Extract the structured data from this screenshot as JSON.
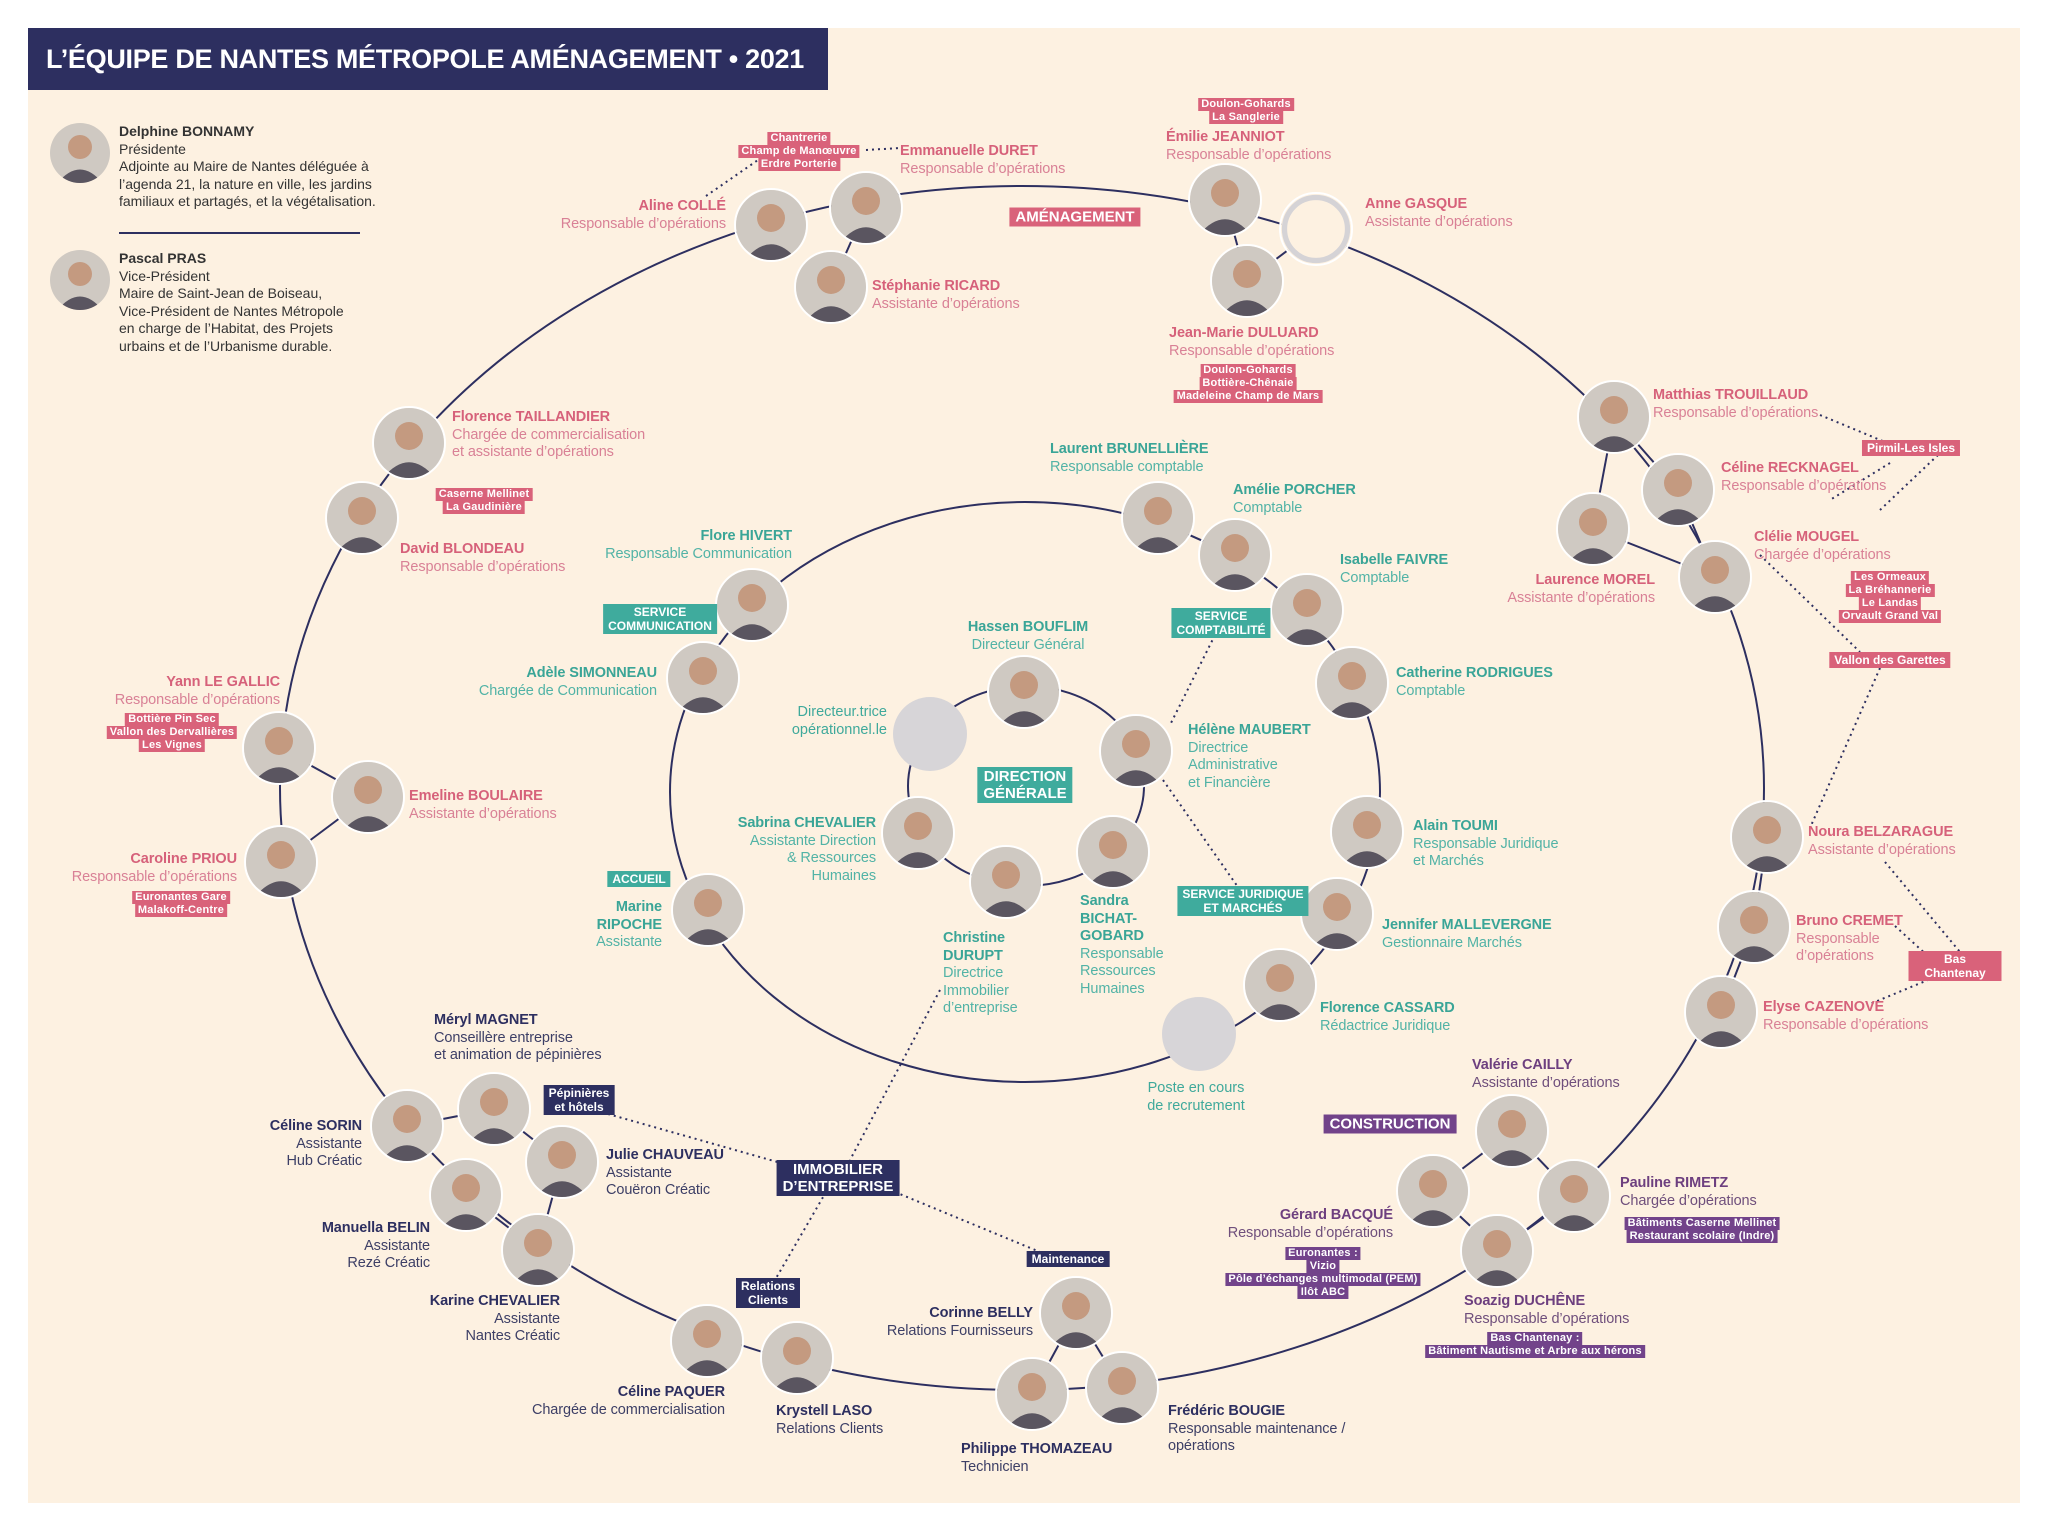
{
  "header": {
    "title": "L’ÉQUIPE DE NANTES MÉTROPOLE AMÉNAGEMENT • 2021"
  },
  "colors": {
    "amenagement": "#d9627a",
    "services": "#3fab9d",
    "immobilier": "#2d2f60",
    "construction": "#72438a",
    "background": "#fdf1e1"
  },
  "board": [
    {
      "name": "Delphine BONNAMY",
      "role": "Présidente",
      "lines": [
        "Adjointe au Maire de Nantes déléguée à",
        "l’agenda 21, la nature en ville, les jardins",
        "familiaux et partagés, et la végétalisation."
      ]
    },
    {
      "name": "Pascal PRAS",
      "role": "Vice-Président",
      "lines": [
        "Maire de Saint-Jean de Boiseau,",
        "Vice-Président de Nantes Métropole",
        "en charge de l’Habitat, des Projets",
        "urbains et de l’Urbanisme durable."
      ]
    }
  ],
  "people": [
    {
      "group": "amen",
      "name": "Aline COLLÉ",
      "role": [
        "Responsable d’opérations"
      ],
      "tags": []
    },
    {
      "group": "amen",
      "name": "Emmanuelle DURET",
      "role": [
        "Responsable d’opérations"
      ],
      "tags": [
        "Chantrerie",
        "Champ de Manœuvre",
        "Erdre Porterie"
      ]
    },
    {
      "group": "amen",
      "name": "Stéphanie RICARD",
      "role": [
        "Assistante d’opérations"
      ],
      "tags": []
    },
    {
      "group": "amen",
      "name": "Émilie JEANNIOT",
      "role": [
        "Responsable d’opérations"
      ],
      "tags": [
        "Doulon-Gohards",
        "La Sanglerie"
      ]
    },
    {
      "group": "amen",
      "name": "Anne GASQUE",
      "role": [
        "Assistante d’opérations"
      ],
      "tags": [],
      "placeholder": true
    },
    {
      "group": "amen",
      "name": "Jean-Marie DULUARD",
      "role": [
        "Responsable d’opérations"
      ],
      "tags": [
        "Doulon-Gohards",
        "Bottière-Chênaie",
        "Madeleine Champ de Mars"
      ]
    },
    {
      "group": "amen",
      "name": "Florence TAILLANDIER",
      "role": [
        "Chargée de commercialisation",
        "et assistante d’opérations"
      ],
      "tags": [
        "Caserne Mellinet",
        "La Gaudinière"
      ]
    },
    {
      "group": "amen",
      "name": "David BLONDEAU",
      "role": [
        "Responsable d’opérations"
      ],
      "tags": []
    },
    {
      "group": "amen",
      "name": "Yann LE GALLIC",
      "role": [
        "Responsable d’opérations"
      ],
      "tags": [
        "Bottière Pin Sec",
        "Vallon des Dervallières",
        "Les Vignes"
      ]
    },
    {
      "group": "amen",
      "name": "Emeline BOULAIRE",
      "role": [
        "Assistante d’opérations"
      ],
      "tags": []
    },
    {
      "group": "amen",
      "name": "Caroline PRIOU",
      "role": [
        "Responsable d’opérations"
      ],
      "tags": [
        "Euronantes Gare",
        "Malakoff-Centre"
      ]
    },
    {
      "group": "amen",
      "name": "Matthias TROUILLAUD",
      "role": [
        "Responsable d’opérations"
      ],
      "tags": []
    },
    {
      "group": "amen",
      "name": "Céline RECKNAGEL",
      "role": [
        "Responsable d’opérations"
      ],
      "tags": []
    },
    {
      "group": "amen",
      "name": "Laurence MOREL",
      "role": [
        "Assistante  d’opérations"
      ],
      "tags": []
    },
    {
      "group": "amen",
      "name": "Clélie MOUGEL",
      "role": [
        "Chargée d’opérations"
      ],
      "tags": [
        "Les Ormeaux",
        "La Bréhannerie",
        "Le Landas",
        "Orvault Grand Val"
      ]
    },
    {
      "group": "amen",
      "name": "Noura BELZARAGUE",
      "role": [
        "Assistante d’opérations"
      ],
      "tags": []
    },
    {
      "group": "amen",
      "name": "Bruno CREMET",
      "role": [
        "Responsable",
        "d’opérations"
      ],
      "tags": []
    },
    {
      "group": "amen",
      "name": "Elyse CAZENOVE",
      "role": [
        "Responsable d’opérations"
      ],
      "tags": []
    },
    {
      "group": "serv",
      "name": "Laurent BRUNELLIÈRE",
      "role": [
        "Responsable comptable"
      ],
      "tags": []
    },
    {
      "group": "serv",
      "name": "Amélie PORCHER",
      "role": [
        "Comptable"
      ],
      "tags": []
    },
    {
      "group": "serv",
      "name": "Isabelle FAIVRE",
      "role": [
        "Comptable"
      ],
      "tags": []
    },
    {
      "group": "serv",
      "name": "Catherine RODRIGUES",
      "role": [
        "Comptable"
      ],
      "tags": []
    },
    {
      "group": "serv",
      "name": "Hélène MAUBERT",
      "role": [
        "Directrice",
        "Administrative",
        "et Financière"
      ],
      "tags": []
    },
    {
      "group": "serv",
      "name": "Alain TOUMI",
      "role": [
        "Responsable Juridique",
        "et Marchés"
      ],
      "tags": []
    },
    {
      "group": "serv",
      "name": "Jennifer MALLEVERGNE",
      "role": [
        "Gestionnaire Marchés"
      ],
      "tags": []
    },
    {
      "group": "serv",
      "name": "Florence CASSARD",
      "role": [
        "Rédactrice Juridique"
      ],
      "tags": []
    },
    {
      "group": "serv",
      "name": "Flore HIVERT",
      "role": [
        "Responsable Communication"
      ],
      "tags": []
    },
    {
      "group": "serv",
      "name": "Adèle SIMONNEAU",
      "role": [
        "Chargée de Communication"
      ],
      "tags": []
    },
    {
      "group": "serv",
      "name": "Hassen BOUFLIM",
      "role": [
        "Directeur Général"
      ],
      "tags": []
    },
    {
      "group": "serv",
      "name": "Sabrina CHEVALIER",
      "role": [
        "Assistante Direction",
        "& Ressources",
        "Humaines"
      ],
      "tags": []
    },
    {
      "group": "serv",
      "name": "Marine RIPOCHE",
      "role": [
        "Assistante"
      ],
      "tags": []
    },
    {
      "group": "serv",
      "name": "Christine DURUPT",
      "role": [
        "Directrice",
        "Immobilier",
        "d’entreprise"
      ],
      "tags": []
    },
    {
      "group": "serv",
      "name": "Sandra BICHAT-GOBARD",
      "role": [
        "Responsable",
        "Ressources",
        "Humaines"
      ],
      "tags": []
    },
    {
      "group": "immo",
      "name": "Méryl MAGNET",
      "role": [
        "Conseillère entreprise",
        "et animation de pépinières"
      ],
      "tags": []
    },
    {
      "group": "immo",
      "name": "Céline SORIN",
      "role": [
        "Assistante",
        "Hub Créatic"
      ],
      "tags": []
    },
    {
      "group": "immo",
      "name": "Julie CHAUVEAU",
      "role": [
        "Assistante",
        "Couëron Créatic"
      ],
      "tags": []
    },
    {
      "group": "immo",
      "name": "Manuella BELIN",
      "role": [
        "Assistante",
        "Rezé Créatic"
      ],
      "tags": []
    },
    {
      "group": "immo",
      "name": "Karine CHEVALIER",
      "role": [
        "Assistante",
        "Nantes Créatic"
      ],
      "tags": []
    },
    {
      "group": "immo",
      "name": "Céline PAQUER",
      "role": [
        "Chargée de commercialisation"
      ],
      "tags": []
    },
    {
      "group": "immo",
      "name": "Krystell LASO",
      "role": [
        "Relations Clients"
      ],
      "tags": []
    },
    {
      "group": "immo",
      "name": "Corinne BELLY",
      "role": [
        "Relations Fournisseurs"
      ],
      "tags": []
    },
    {
      "group": "immo",
      "name": "Philippe THOMAZEAU",
      "role": [
        "Technicien"
      ],
      "tags": []
    },
    {
      "group": "immo",
      "name": "Frédéric BOUGIE",
      "role": [
        "Responsable maintenance /",
        "opérations"
      ],
      "tags": []
    },
    {
      "group": "cons",
      "name": "Valérie CAILLY",
      "role": [
        "Assistante d’opérations"
      ],
      "tags": []
    },
    {
      "group": "cons",
      "name": "Gérard BACQUÉ",
      "role": [
        "Responsable d’opérations"
      ],
      "tags": [
        "Euronantes :",
        "Vizio",
        "Pôle d’échanges multimodal (PEM)",
        "Ilôt ABC"
      ]
    },
    {
      "group": "cons",
      "name": "Pauline RIMETZ",
      "role": [
        "Chargée d’opérations"
      ],
      "tags": [
        "Bâtiments Caserne Mellinet",
        "Restaurant scolaire (Indre)"
      ]
    },
    {
      "group": "cons",
      "name": "Soazig DUCHÊNE",
      "role": [
        "Responsable d’opérations"
      ],
      "tags": [
        "Bas Chantenay :",
        "Bâtiment Nautisme et Arbre aux hérons"
      ]
    }
  ],
  "group_labels": [
    {
      "group": "amen",
      "text": "AMÉNAGEMENT",
      "big": true
    },
    {
      "group": "amen",
      "text": "Pirmil-Les Isles"
    },
    {
      "group": "amen",
      "text": "Vallon des Garettes"
    },
    {
      "group": "amen",
      "text": "Bas Chantenay"
    },
    {
      "group": "serv",
      "text": "SERVICE\nCOMMUNICATION"
    },
    {
      "group": "serv",
      "text": "SERVICE\nCOMPTABILITÉ"
    },
    {
      "group": "serv",
      "text": "SERVICE JURIDIQUE\nET MARCHÉS"
    },
    {
      "group": "serv",
      "text": "ACCUEIL"
    },
    {
      "group": "serv",
      "text": "DIRECTION\nGÉNÉRALE",
      "big": true
    },
    {
      "group": "immo",
      "text": "Pépinières\net hôtels"
    },
    {
      "group": "immo",
      "text": "IMMOBILIER\nD’ENTREPRISE",
      "big": true
    },
    {
      "group": "immo",
      "text": "Relations\nClients"
    },
    {
      "group": "immo",
      "text": "Maintenance"
    },
    {
      "group": "cons",
      "text": "CONSTRUCTION",
      "big": true
    }
  ],
  "vacancies": [
    {
      "text": "Directeur.trice\nopérationnel.le"
    },
    {
      "text": "Poste en cours\nde recrutement"
    }
  ]
}
